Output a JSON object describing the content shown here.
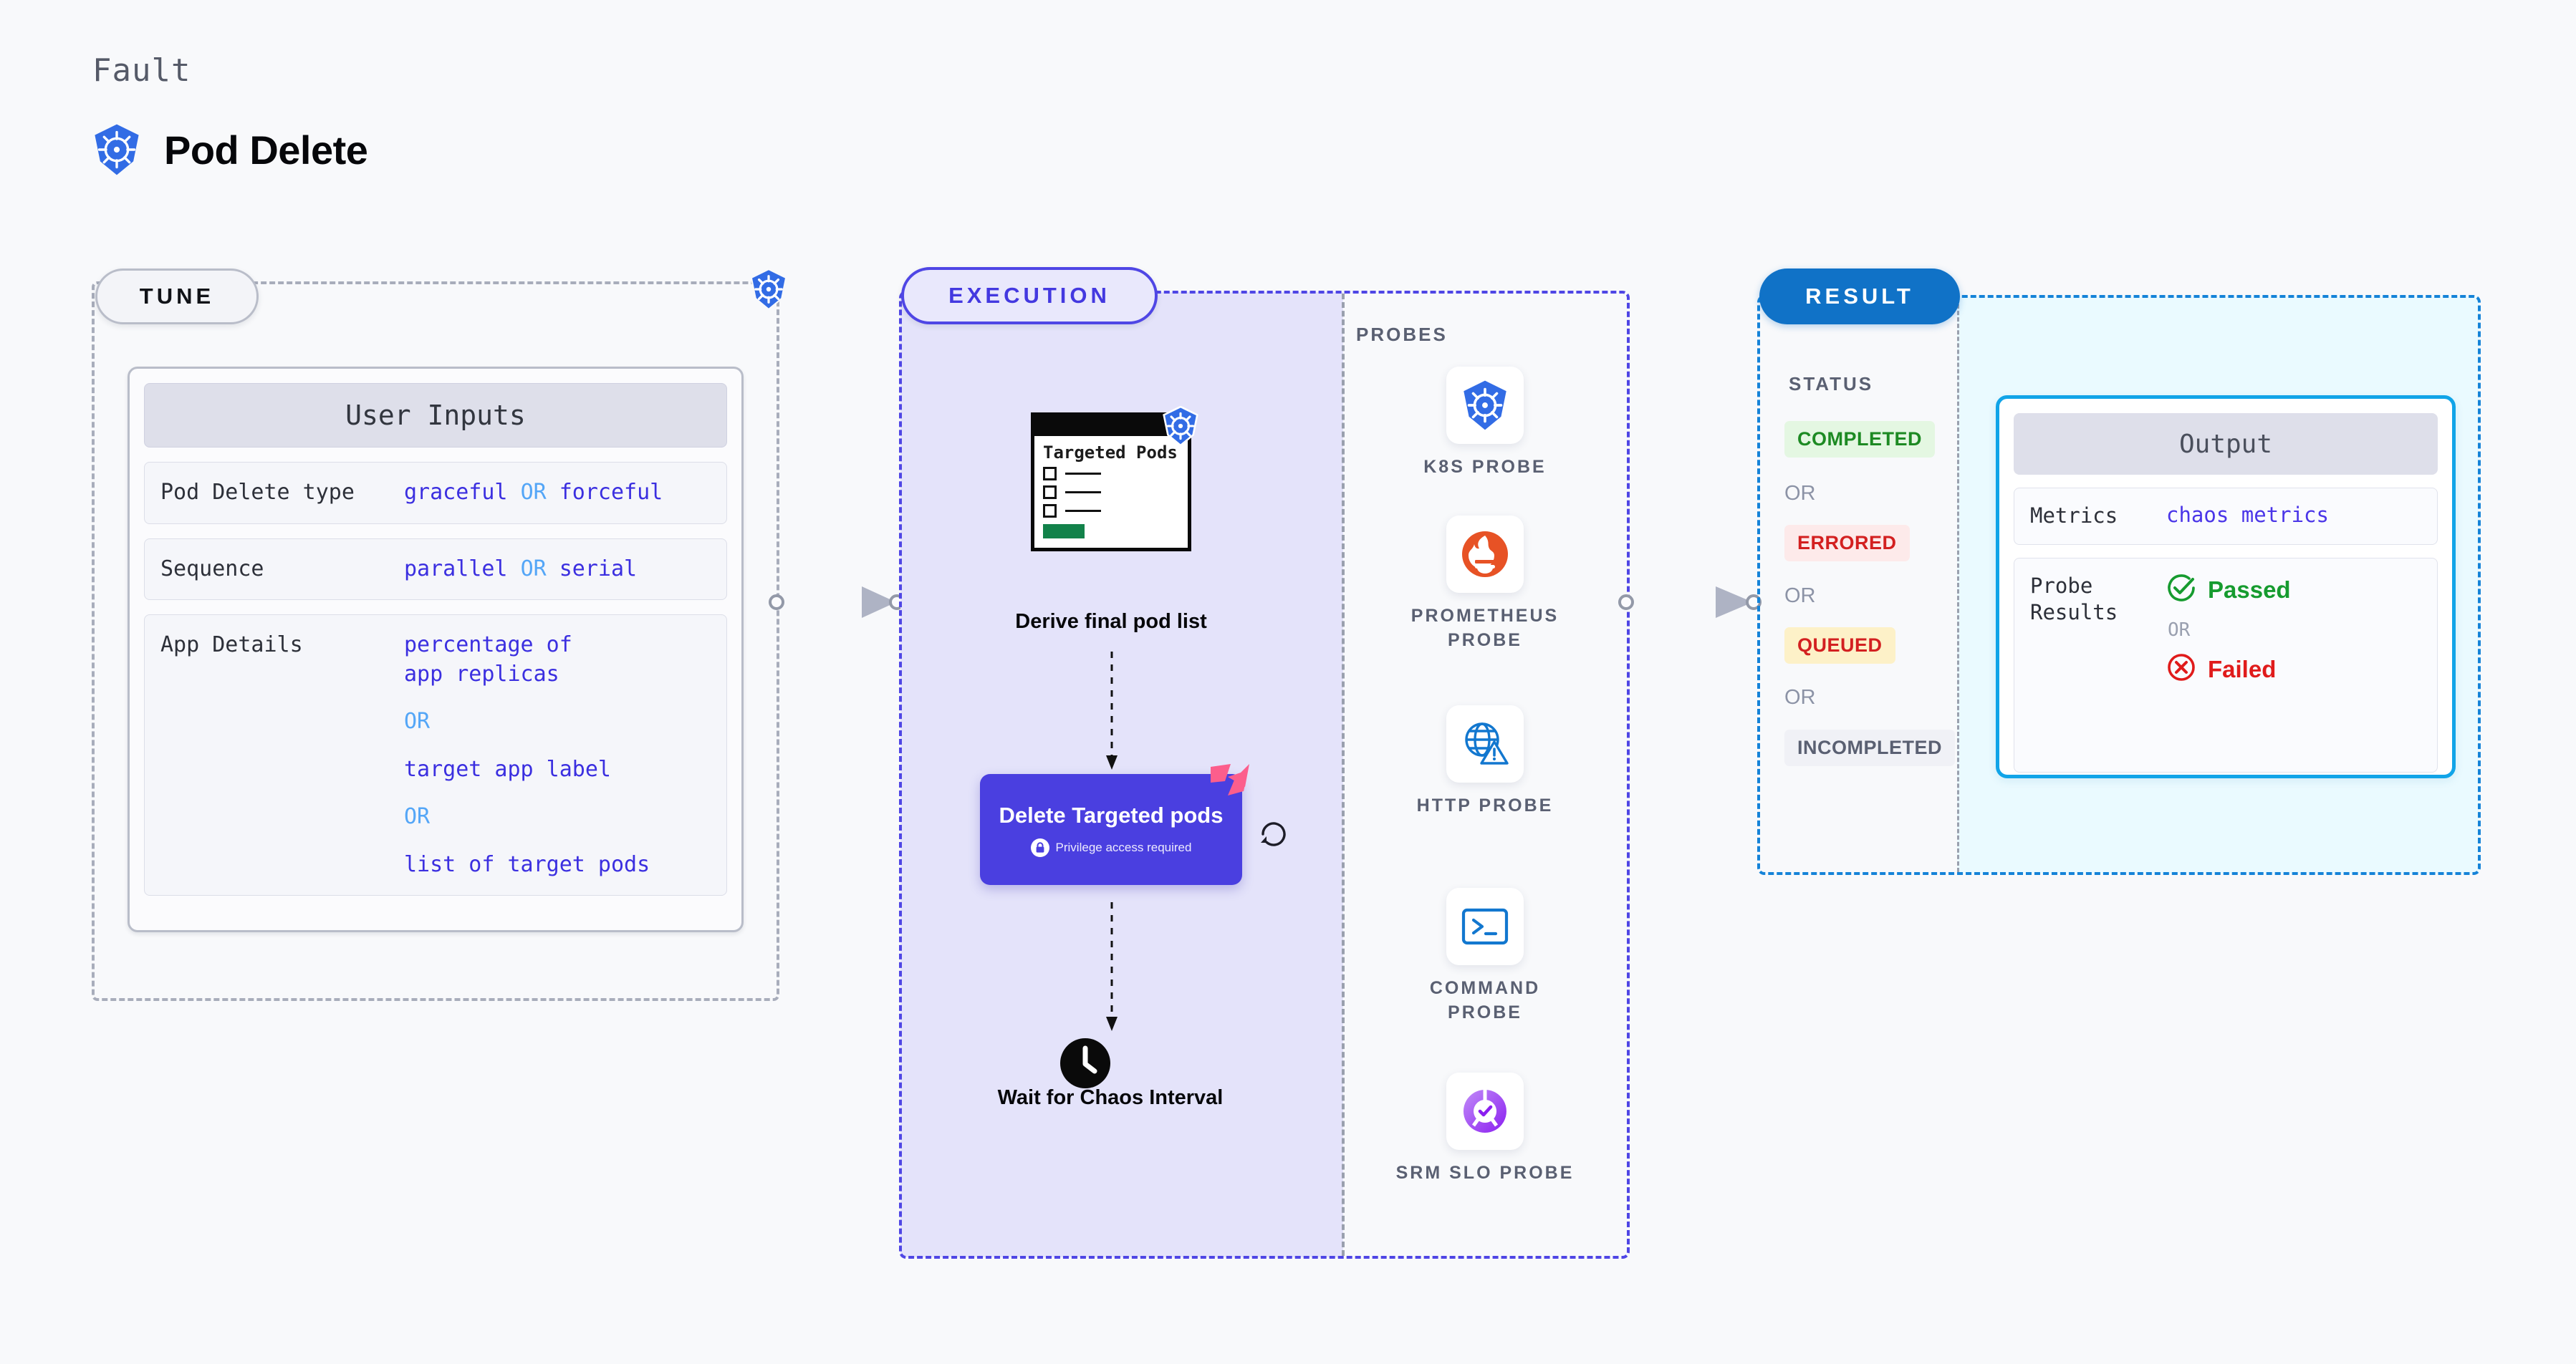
{
  "header": {
    "eyebrow": "Fault",
    "title": "Pod Delete",
    "logo_icon": "kubernetes-icon"
  },
  "colors": {
    "background": "#f8f9fb",
    "tune_border": "#a8adbb",
    "execution_accent": "#4f46e5",
    "execution_fill": "#e4e3fa",
    "result_accent": "#1583d8",
    "result_fill": "#eafaff",
    "output_border": "#11a4e8",
    "value_blue": "#3b2fe0",
    "or_blue": "#54a6f7",
    "kubernetes_blue": "#326ce5",
    "delete_card": "#4a3fe0",
    "ribbon_pink": "#fc5e8c",
    "green": "#169b2f",
    "red": "#e01b1b"
  },
  "tune": {
    "badge": "TUNE",
    "logo_icon": "kubernetes-icon",
    "card": {
      "header": "User Inputs",
      "rows": [
        {
          "label": "Pod Delete type",
          "parts": [
            {
              "text": "graceful",
              "kind": "value"
            },
            {
              "text": "OR",
              "kind": "or"
            },
            {
              "text": "forceful",
              "kind": "value"
            }
          ]
        },
        {
          "label": "Sequence",
          "parts": [
            {
              "text": "parallel",
              "kind": "value"
            },
            {
              "text": "OR",
              "kind": "or"
            },
            {
              "text": "serial",
              "kind": "value"
            }
          ]
        },
        {
          "label": "App Details",
          "stacked": [
            {
              "text": "percentage of app replicas",
              "kind": "value"
            },
            {
              "text": "OR",
              "kind": "or"
            },
            {
              "text": "target app label",
              "kind": "value"
            },
            {
              "text": "OR",
              "kind": "or"
            },
            {
              "text": "list of target pods",
              "kind": "value"
            }
          ]
        }
      ]
    }
  },
  "execution": {
    "badge": "EXECUTION",
    "nodes": [
      {
        "type": "targeted-pods-card",
        "card_title": "Targeted Pods",
        "logo_icon": "kubernetes-icon",
        "checkbox_rows": 3,
        "label": "Derive final pod list"
      },
      {
        "type": "delete-card",
        "title": "Delete Targeted pods",
        "subtitle": "Privilege access required",
        "lock_icon": "lock-icon",
        "ribbon_icon": "harness-ribbon-icon",
        "loop_icon": "refresh-loop-icon"
      },
      {
        "type": "wait-node",
        "icon": "clock-icon",
        "label": "Wait for Chaos Interval"
      }
    ]
  },
  "probes": {
    "title": "PROBES",
    "items": [
      {
        "label": "K8S PROBE",
        "icon": "kubernetes-icon"
      },
      {
        "label": "PROMETHEUS PROBE",
        "icon": "prometheus-icon"
      },
      {
        "label": "HTTP PROBE",
        "icon": "http-globe-warning-icon"
      },
      {
        "label": "COMMAND PROBE",
        "icon": "terminal-icon"
      },
      {
        "label": "SRM SLO PROBE",
        "icon": "srm-slo-donut-icon"
      }
    ]
  },
  "result": {
    "badge": "RESULT",
    "status_title": "STATUS",
    "or_label": "OR",
    "statuses": [
      {
        "label": "COMPLETED",
        "bg": "#e4f7e2",
        "fg": "#1d8a23"
      },
      {
        "label": "ERRORED",
        "bg": "#fdeaea",
        "fg": "#d32020"
      },
      {
        "label": "QUEUED",
        "bg": "#fdf1c8",
        "fg": "#d32020"
      },
      {
        "label": "INCOMPLETED",
        "bg": "#f0f1f6",
        "fg": "#5a6072"
      }
    ],
    "output": {
      "header": "Output",
      "metrics_label": "Metrics",
      "metrics_value": "chaos metrics",
      "probe_results_label": "Probe Results",
      "passed_label": "Passed",
      "failed_label": "Failed",
      "or_label": "OR",
      "passed_icon": "check-circle-icon",
      "failed_icon": "x-circle-icon"
    }
  },
  "connectors": [
    {
      "name": "tune-to-execution",
      "icon": "arrow-right-icon"
    },
    {
      "name": "execution-to-result",
      "icon": "arrow-right-icon"
    }
  ]
}
